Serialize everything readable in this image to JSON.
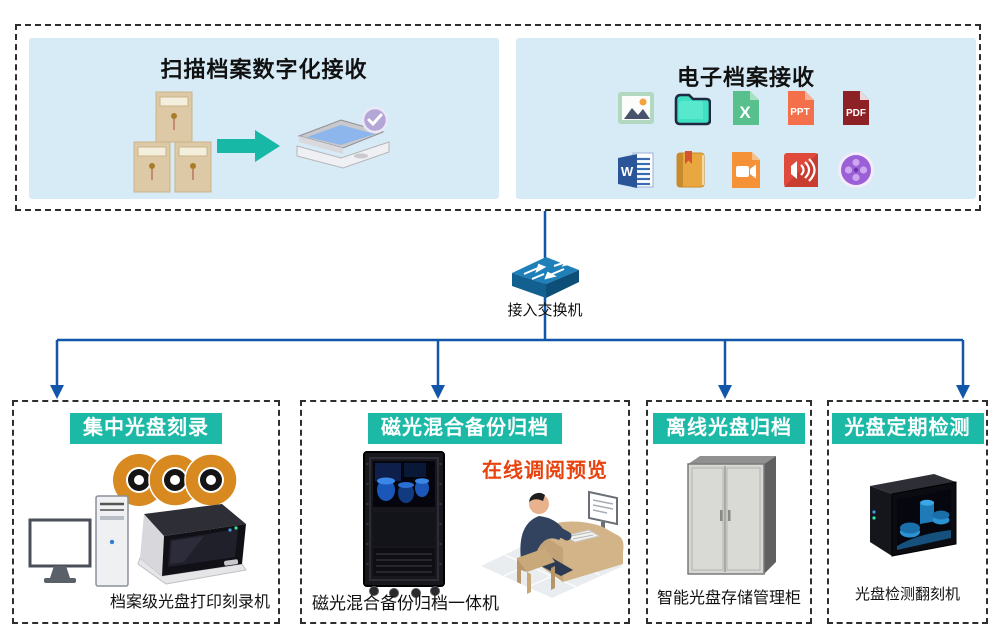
{
  "ingest": {
    "scan_panel": {
      "title": "扫描档案数字化接收",
      "icons": [
        "archive-boxes-icon",
        "arrow-right-icon",
        "scanner-check-icon"
      ]
    },
    "digital_panel": {
      "title": "电子档案接收",
      "icons_row1": [
        "image-file-icon",
        "folder-icon",
        "excel-file-icon",
        "ppt-file-icon",
        "pdf-file-icon"
      ],
      "icons_row2": [
        "word-file-icon",
        "notebook-icon",
        "video-file-icon",
        "audio-file-icon",
        "media-file-icon"
      ],
      "file_labels": {
        "excel": "X",
        "ppt": "PPT",
        "pdf": "PDF",
        "word": "W"
      }
    }
  },
  "network": {
    "switch_label": "接入交换机"
  },
  "stations": [
    {
      "banner": "集中光盘刻录",
      "caption": "档案级光盘打印刻录机",
      "icons": [
        "optical-discs-icon",
        "desktop-computer-icon",
        "disc-printer-icon"
      ]
    },
    {
      "banner": "磁光混合备份归档",
      "note": "在线调阅预览",
      "caption": "磁光混合备份归档一体机",
      "icons": [
        "server-rack-icon",
        "operator-desk-icon"
      ]
    },
    {
      "banner": "离线光盘归档",
      "caption": "智能光盘存储管理柜",
      "icons": [
        "storage-cabinet-icon"
      ]
    },
    {
      "banner": "光盘定期检测",
      "caption": "光盘检测翻刻机",
      "icons": [
        "disc-checker-icon"
      ]
    }
  ],
  "colors": {
    "panel_blue": "#d7ebf7",
    "banner_teal": "#1db9a7",
    "line_blue": "#1156a8",
    "note_red": "#e8430e",
    "arrow_teal": "#17b8a6",
    "disc_orange": "#d8891f"
  }
}
